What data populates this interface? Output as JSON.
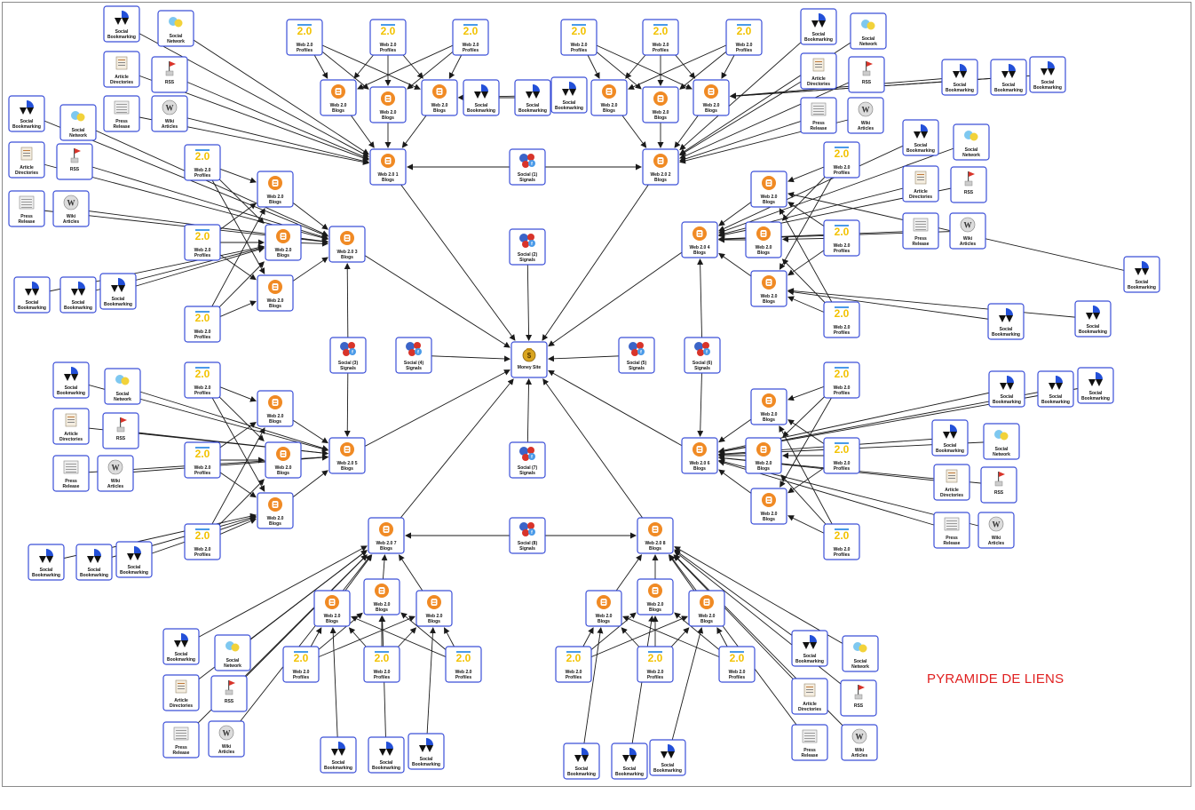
{
  "title": "PYRAMIDE DE LIENS",
  "colors": {
    "node_border": "#3b4fd8",
    "edge": "#1a1a1a",
    "title": "#e02020",
    "blog_orange": "#f08a24",
    "web20_yellow": "#f2c200",
    "bookmark_blue": "#2350d8",
    "social_red": "#d8342a"
  },
  "nodes": {
    "money_site": {
      "label": "Money Site",
      "icon": "money-bag-icon"
    },
    "tier1_web20": [
      {
        "label": "Web 2.0 Blogs 1",
        "icon": "blogger-icon"
      },
      {
        "label": "Web 2.0 Blogs 2",
        "icon": "blogger-icon"
      },
      {
        "label": "Web 2.0 Blogs 3",
        "icon": "blogger-icon"
      },
      {
        "label": "Web 2.0 Blogs 4",
        "icon": "blogger-icon"
      },
      {
        "label": "Web 2.0 Blogs 5",
        "icon": "blogger-icon"
      },
      {
        "label": "Web 2.0 Blogs 6",
        "icon": "blogger-icon"
      },
      {
        "label": "Web 2.0 Blogs 7",
        "icon": "blogger-icon"
      },
      {
        "label": "Web 2.0 Blogs 8",
        "icon": "blogger-icon"
      }
    ],
    "social_signals": [
      {
        "label": "Social Signals (1)",
        "icon": "social-signals-icon"
      },
      {
        "label": "Social Signals (2)",
        "icon": "social-signals-icon"
      },
      {
        "label": "Social Signals (3)",
        "icon": "social-signals-icon"
      },
      {
        "label": "Social Signals (4)",
        "icon": "social-signals-icon"
      },
      {
        "label": "Social Signals (5)",
        "icon": "social-signals-icon"
      },
      {
        "label": "Social Signals (6)",
        "icon": "social-signals-icon"
      },
      {
        "label": "Social Signals (7)",
        "icon": "social-signals-icon"
      },
      {
        "label": "Social Signals (8)",
        "icon": "social-signals-icon"
      }
    ],
    "types": {
      "blog": {
        "label": "Web 2.0 Blogs",
        "icon": "blogger-icon"
      },
      "profile": {
        "label": "Web 2.0 Profiles",
        "icon": "web20-profile-icon"
      },
      "bookmark": {
        "label": "Social Bookmarking",
        "icon": "bookmark-icon"
      },
      "network": {
        "label": "Social Network",
        "icon": "social-network-icon"
      },
      "directory": {
        "label": "Article Directories",
        "icon": "article-directory-icon"
      },
      "rss": {
        "label": "RSS",
        "icon": "rss-flag-icon"
      },
      "press": {
        "label": "Press Release",
        "icon": "press-release-icon"
      },
      "wiki": {
        "label": "Wiki Articles",
        "icon": "wiki-icon"
      }
    }
  }
}
